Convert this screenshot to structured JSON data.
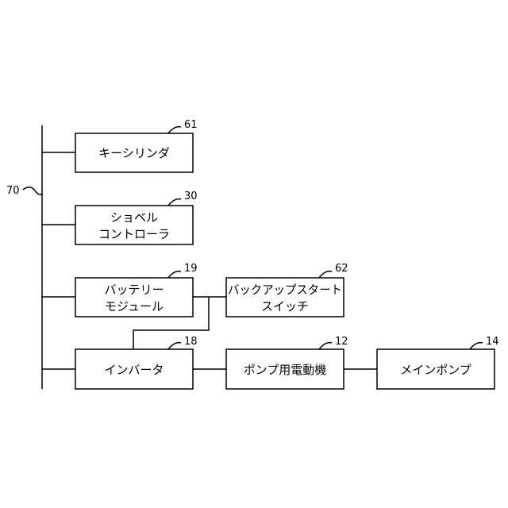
{
  "bus_label": "70",
  "boxes": {
    "key_cylinder": {
      "lines": [
        "キーシリンダ"
      ],
      "ref": "61"
    },
    "shovel_controller": {
      "lines": [
        "ショベル",
        "コントローラ"
      ],
      "ref": "30"
    },
    "battery_module": {
      "lines": [
        "バッテリー",
        "モジュール"
      ],
      "ref": "19"
    },
    "backup_start_switch": {
      "lines": [
        "バックアップスタート",
        "スイッチ"
      ],
      "ref": "62"
    },
    "inverter": {
      "lines": [
        "インバータ"
      ],
      "ref": "18"
    },
    "pump_motor": {
      "lines": [
        "ポンプ用電動機"
      ],
      "ref": "12"
    },
    "main_pump": {
      "lines": [
        "メインポンプ"
      ],
      "ref": "14"
    }
  }
}
